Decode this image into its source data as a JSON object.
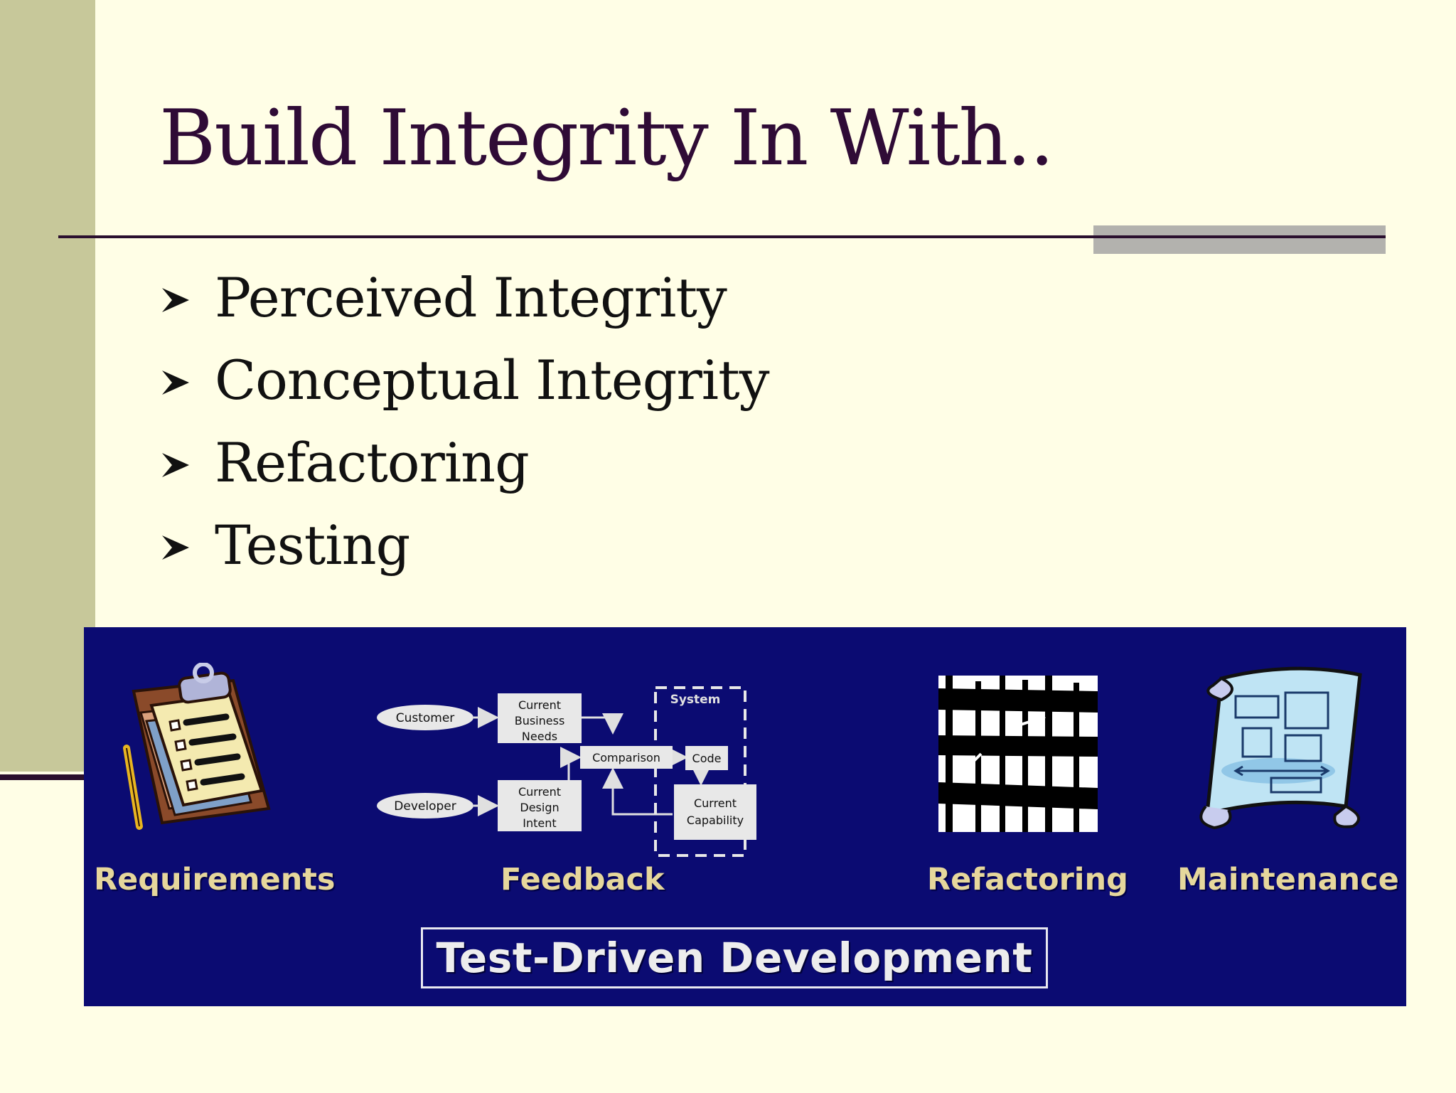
{
  "slide": {
    "title": "Build Integrity In With..",
    "bullets": [
      "Perceived Integrity",
      "Conceptual Integrity",
      "Refactoring",
      "Testing"
    ],
    "bullet_icon": "arrow-bullet-icon"
  },
  "panel": {
    "labels": {
      "requirements": "Requirements",
      "feedback": "Feedback",
      "refactoring": "Refactoring",
      "maintenance": "Maintenance"
    },
    "banner": "Test-Driven Development",
    "diagram": {
      "customer": "Customer",
      "developer": "Developer",
      "needs": [
        "Current",
        "Business",
        "Needs"
      ],
      "design": [
        "Current",
        "Design",
        "Intent"
      ],
      "comparison": "Comparison",
      "system": "System",
      "code": "Code",
      "capability": [
        "Current",
        "Capability"
      ]
    }
  },
  "colors": {
    "background": "#FFFEE6",
    "sidebar": "#C7C89A",
    "title": "#2F0B36",
    "panel": "#0B0B72",
    "panel_label": "#E6D79C"
  }
}
